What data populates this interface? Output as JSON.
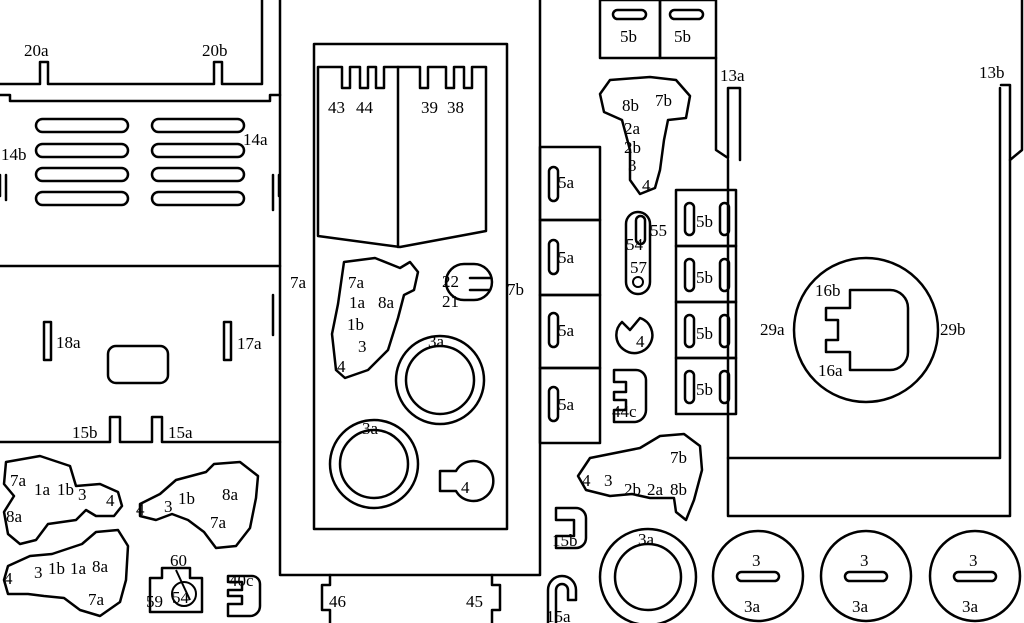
{
  "labels": {
    "l20a": "20a",
    "l20b": "20b",
    "l14a": "14a",
    "l14b": "14b",
    "l18a": "18a",
    "l17a": "17a",
    "l15b": "15b",
    "l15a": "15a",
    "l43": "43",
    "l44": "44",
    "l39": "39",
    "l38": "38",
    "l7a": "7a",
    "l7b": "7b",
    "p7a": "7a",
    "p1a": "1a",
    "p8a": "8a",
    "p1b": "1b",
    "p3": "3",
    "p4": "4",
    "l22": "22",
    "l21": "21",
    "l3a_top": "3a",
    "l3a_low": "3a",
    "l4_small": "4",
    "l46": "46",
    "l45": "45",
    "s5b_1": "5b",
    "s5b_2": "5b",
    "c8b": "8b",
    "c7b": "7b",
    "c2a": "2a",
    "c2b": "2b",
    "c3": "3",
    "c4": "4",
    "s5a_1": "5a",
    "s5a_2": "5a",
    "s5a_3": "5a",
    "s5a_4": "5a",
    "l55": "55",
    "l54": "54",
    "l57": "57",
    "l4_mid": "4",
    "l44c": "44c",
    "s5b_3": "5b",
    "s5b_4": "5b",
    "s5b_5": "5b",
    "s5b_6": "5b",
    "l13a": "13a",
    "l13b": "13b",
    "l16b": "16b",
    "l16a": "16a",
    "l29a": "29a",
    "l29b": "29b",
    "b7b": "7b",
    "b4": "4",
    "b3": "3",
    "b2b": "2b",
    "b2a": "2a",
    "b8b": "8b",
    "l15b2": "15b",
    "l15a2": "15a",
    "l3a_bot": "3a",
    "d3_1": "3",
    "d3a_1": "3a",
    "d3_2": "3",
    "d3a_2": "3a",
    "d3_3": "3",
    "d3a_3": "3a",
    "a7a": "7a",
    "a1a": "1a",
    "a1b": "1b",
    "a3": "3",
    "a4": "4",
    "a8a": "8a",
    "m4": "4",
    "m3": "3",
    "m1b": "1b",
    "m8a": "8a",
    "m7a": "7a",
    "q4": "4",
    "q3": "3",
    "q1b": "1b",
    "q1a": "1a",
    "q8a": "8a",
    "q7a": "7a",
    "l60": "60",
    "l59": "59",
    "l54b": "54",
    "l40c": "40c"
  }
}
